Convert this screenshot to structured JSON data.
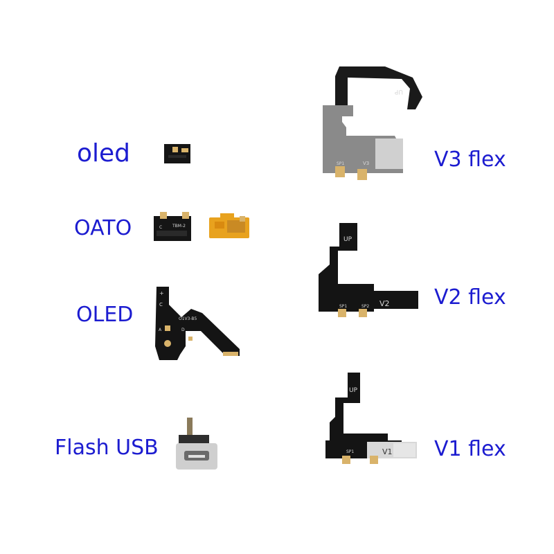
{
  "labels": {
    "oled_small": "oled",
    "oato": "OATO",
    "oled_big": "OLED",
    "flash_usb": "Flash USB",
    "v3_flex": "V3 flex",
    "v2_flex": "V2 flex",
    "v1_flex": "V1 flex"
  },
  "silkscreen": {
    "oato_chip": "TBM-2",
    "oato_c": "C",
    "oled_board": "O1V3-B5",
    "oled_plus": "+",
    "oled_c": "C",
    "oled_a": "A",
    "oled_d": "D",
    "v3_up": "UP",
    "v3_version": "V3",
    "v2_up": "UP",
    "v2_version": "V2",
    "v1_up": "UP",
    "v1_version": "V1",
    "sp1": "SP1",
    "sp2": "SP2"
  },
  "colors": {
    "label": "#1c1cd0",
    "pcb_black": "#141414",
    "flex_gray": "#8a8a8a",
    "gold": "#d9b36a",
    "orange_flex": "#e8a21e",
    "metal": "#cfcfcf"
  }
}
